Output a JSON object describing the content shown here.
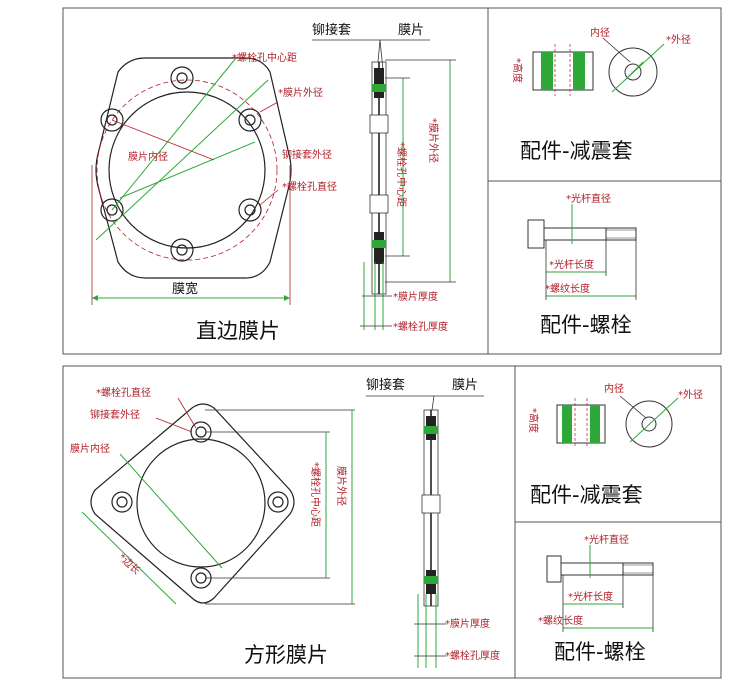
{
  "panel1": {
    "title": "直边膜片",
    "plate_labels": {
      "bolt_pcd": "*螺栓孔中心距",
      "outer_dia": "*膜片外径",
      "inner_dia": "膜片内径",
      "bushing_od": "铆接套外径",
      "bolt_hole_dia": "*螺栓孔直径",
      "width": "膜宽"
    },
    "side_labels": {
      "bushing": "铆接套",
      "diaphragm": "膜片",
      "bolt_pcd_v": "*螺栓孔中心距",
      "outer_dia_v": "*膜片外径",
      "thickness": "*膜片厚度",
      "bolt_thickness": "*螺栓孔厚度"
    }
  },
  "panel1_acc1": {
    "title": "配件-减震套",
    "labels": {
      "inner": "内径",
      "outer": "*外径",
      "height": "*高度"
    }
  },
  "panel1_acc2": {
    "title": "配件-螺栓",
    "labels": {
      "rod": "*光杆直径",
      "rod_len": "*光杆长度",
      "thread_len": "*螺纹长度"
    }
  },
  "panel2": {
    "title": "方形膜片",
    "plate_labels": {
      "bolt_hole_dia": "*螺栓孔直径",
      "bushing_od": "铆接套外径",
      "inner_dia": "膜片内径",
      "side_len": "*边长",
      "bolt_pcd_v": "*螺栓孔中心距",
      "outer_dia_v": "膜片外径"
    },
    "side_labels": {
      "bushing": "铆接套",
      "diaphragm": "膜片",
      "thickness": "*膜片厚度",
      "bolt_thickness": "*螺栓孔厚度"
    }
  },
  "panel2_acc1": {
    "title": "配件-减震套",
    "labels": {
      "inner": "内径",
      "outer": "*外径",
      "height": "*高度"
    }
  },
  "panel2_acc2": {
    "title": "配件-螺栓",
    "labels": {
      "rod": "*光杆直径",
      "rod_len": "*光杆长度",
      "thread_len": "*螺纹长度"
    }
  },
  "colors": {
    "dimension_green": "#2fa83a",
    "label_red": "#b0202a",
    "line_black": "#222222"
  }
}
